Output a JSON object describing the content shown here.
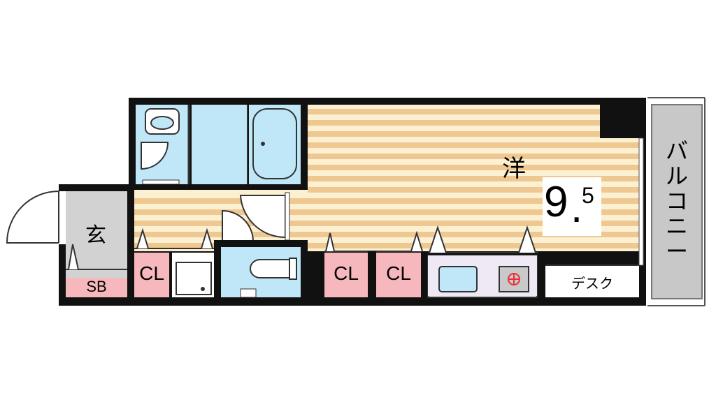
{
  "rooms": {
    "western": "洋",
    "entrance": "玄",
    "balcony": [
      "バ",
      "ル",
      "コ",
      "ニ",
      "ー"
    ],
    "desk": "デスク",
    "shoe_box": "SB",
    "closet": "CL"
  },
  "area": {
    "whole": "9",
    "dot": ".",
    "decimal": "5"
  },
  "colors": {
    "floor_light": "#fbf1d2",
    "floor_dark": "#efc891",
    "wet_area": "#bfe7f7",
    "closet": "#f6b7bd",
    "entrance": "#d2d2d2",
    "balcony": "#c8c8c8",
    "wall": "#111111"
  }
}
